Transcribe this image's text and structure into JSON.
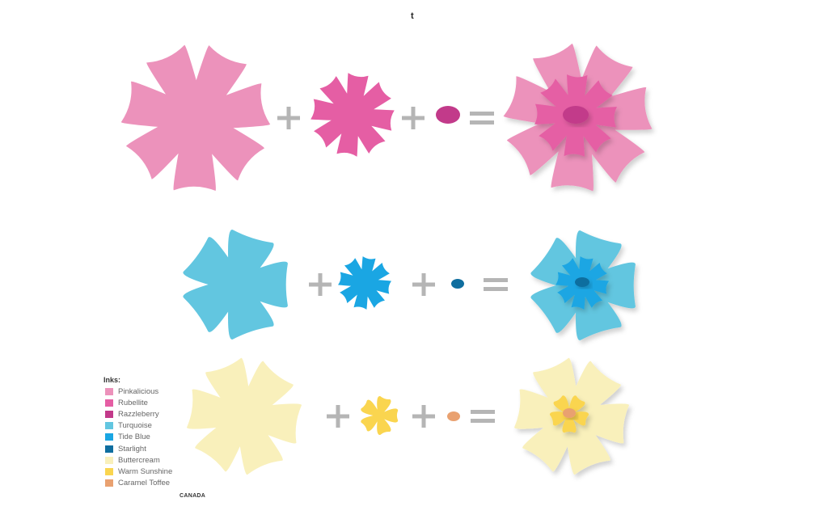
{
  "header": {
    "mark": "t"
  },
  "operators": {
    "plus": "+",
    "equals": "="
  },
  "rows": [
    {
      "id": "pink",
      "large_color": "#ec92bb",
      "medium_color": "#e55ea4",
      "center_color": "#c23a8a"
    },
    {
      "id": "blue",
      "large_color": "#62c6e0",
      "medium_color": "#1aa6e3",
      "center_color": "#0f6e9f"
    },
    {
      "id": "yellow",
      "large_color": "#f9f0bb",
      "medium_color": "#fad54f",
      "center_color": "#e9a170"
    }
  ],
  "legend": {
    "title": "Inks:",
    "items": [
      {
        "label": "Pinkalicious",
        "color": "#ec92bb"
      },
      {
        "label": "Rubellite",
        "color": "#e55ea4"
      },
      {
        "label": "Razzleberry",
        "color": "#c23a8a"
      },
      {
        "label": "Turquoise",
        "color": "#62c6e0"
      },
      {
        "label": "Tide Blue",
        "color": "#1aa6e3"
      },
      {
        "label": "Starlight",
        "color": "#0f6e9f"
      },
      {
        "label": "Buttercream",
        "color": "#f9f0bb"
      },
      {
        "label": "Warm Sunshine",
        "color": "#fad54f"
      },
      {
        "label": "Caramel Toffee",
        "color": "#e9a170"
      }
    ]
  },
  "footer": {
    "mark": "CANADA"
  }
}
